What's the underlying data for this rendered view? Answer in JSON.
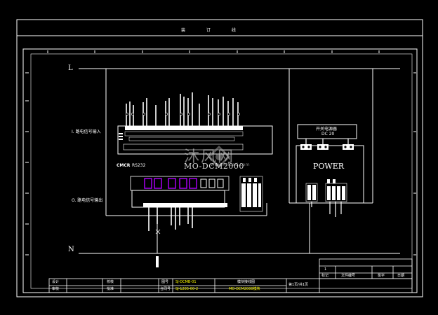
{
  "header": {
    "binding_label": "装 订 线"
  },
  "busbars": {
    "line": "L",
    "neutral": "N"
  },
  "module": {
    "input_label": "I. 路电信号输入",
    "output_label": "O. 路电信号输出",
    "model": "MO-DCM2000",
    "port_label": "RS232",
    "vendor_tag": "CMCR"
  },
  "power_unit": {
    "label": "POWER",
    "breaker_label": "开关电源器",
    "breaker_sub": "DC 20"
  },
  "watermark": {
    "brand": "沐风网",
    "url": "www.mfcad.com"
  },
  "title_block": {
    "design": "设计",
    "review": "审核",
    "check": "校核",
    "approve": "批准",
    "drawing_no_label": "图号",
    "drawing_no": "SJ-DCMB-01",
    "contract_no_label": "合同号",
    "contract_no": "SJ-1205-00-2",
    "title": "模块接线图",
    "subtitle": "MO-DCM2000模块",
    "page": "第1页/共1页",
    "rev_index": "1",
    "rev_mark": "标记",
    "rev_doc": "文件编号",
    "rev_sign": "签字",
    "rev_date": "日期"
  },
  "colors": {
    "line": "#ffffff",
    "accent": "#b000ff",
    "marker": "#ffff00"
  }
}
